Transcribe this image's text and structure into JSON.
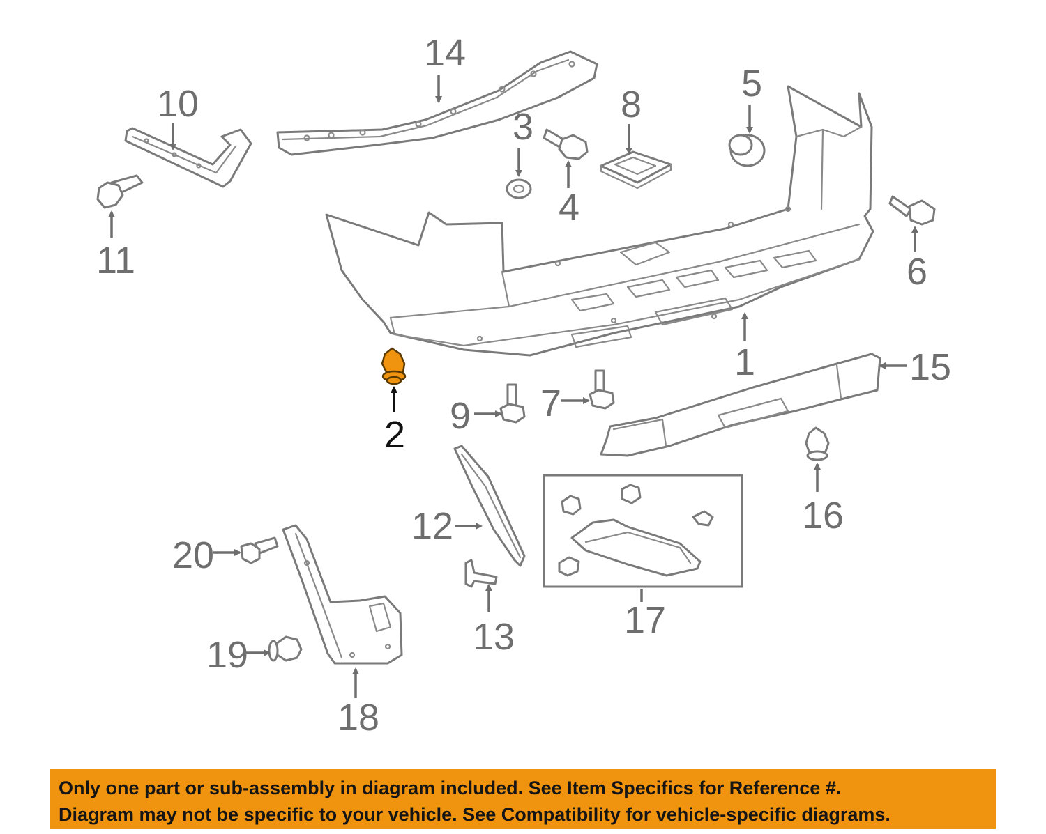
{
  "highlight": {
    "part": "2",
    "color": "#f0930f",
    "stroke": "#5a3a00"
  },
  "callouts": [
    {
      "id": "1",
      "label": "1"
    },
    {
      "id": "2",
      "label": "2"
    },
    {
      "id": "3",
      "label": "3"
    },
    {
      "id": "4",
      "label": "4"
    },
    {
      "id": "5",
      "label": "5"
    },
    {
      "id": "6",
      "label": "6"
    },
    {
      "id": "7",
      "label": "7"
    },
    {
      "id": "8",
      "label": "8"
    },
    {
      "id": "9",
      "label": "9"
    },
    {
      "id": "10",
      "label": "10"
    },
    {
      "id": "11",
      "label": "11"
    },
    {
      "id": "12",
      "label": "12"
    },
    {
      "id": "13",
      "label": "13"
    },
    {
      "id": "14",
      "label": "14"
    },
    {
      "id": "15",
      "label": "15"
    },
    {
      "id": "16",
      "label": "16"
    },
    {
      "id": "17",
      "label": "17"
    },
    {
      "id": "18",
      "label": "18"
    },
    {
      "id": "19",
      "label": "19"
    },
    {
      "id": "20",
      "label": "20"
    }
  ],
  "banner": {
    "background": "#f0930f",
    "line1": "Only one part or sub-assembly in diagram included. See Item Specifics for Reference #.",
    "line2": "Diagram may not be specific to your vehicle. See Compatibility for vehicle-specific diagrams."
  }
}
